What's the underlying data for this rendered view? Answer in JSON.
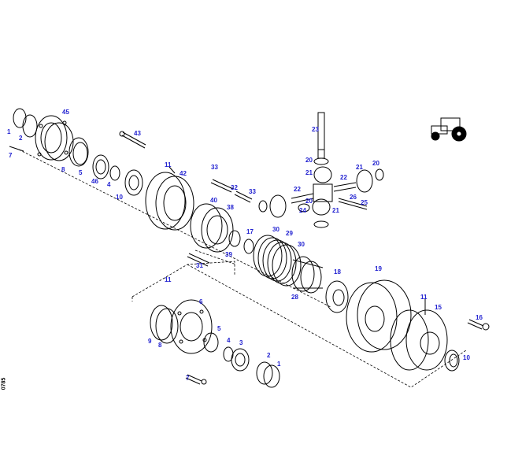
{
  "label_color": "#1f1fd0",
  "line_color": "#000000",
  "drawing_code": "0785",
  "part_labels": [
    "1",
    "2",
    "7",
    "45",
    "8",
    "5",
    "4",
    "46",
    "10",
    "43",
    "11",
    "42",
    "33",
    "32",
    "33",
    "40",
    "38",
    "17",
    "39",
    "31",
    "30",
    "29",
    "30",
    "28",
    "18",
    "23",
    "20",
    "21",
    "21",
    "20",
    "22",
    "22",
    "26",
    "25",
    "24",
    "21",
    "20",
    "19",
    "11",
    "15",
    "16",
    "10",
    "11",
    "6",
    "9",
    "8",
    "5",
    "4",
    "3",
    "2",
    "1",
    "7"
  ],
  "icons": [
    "tractor-icon"
  ]
}
